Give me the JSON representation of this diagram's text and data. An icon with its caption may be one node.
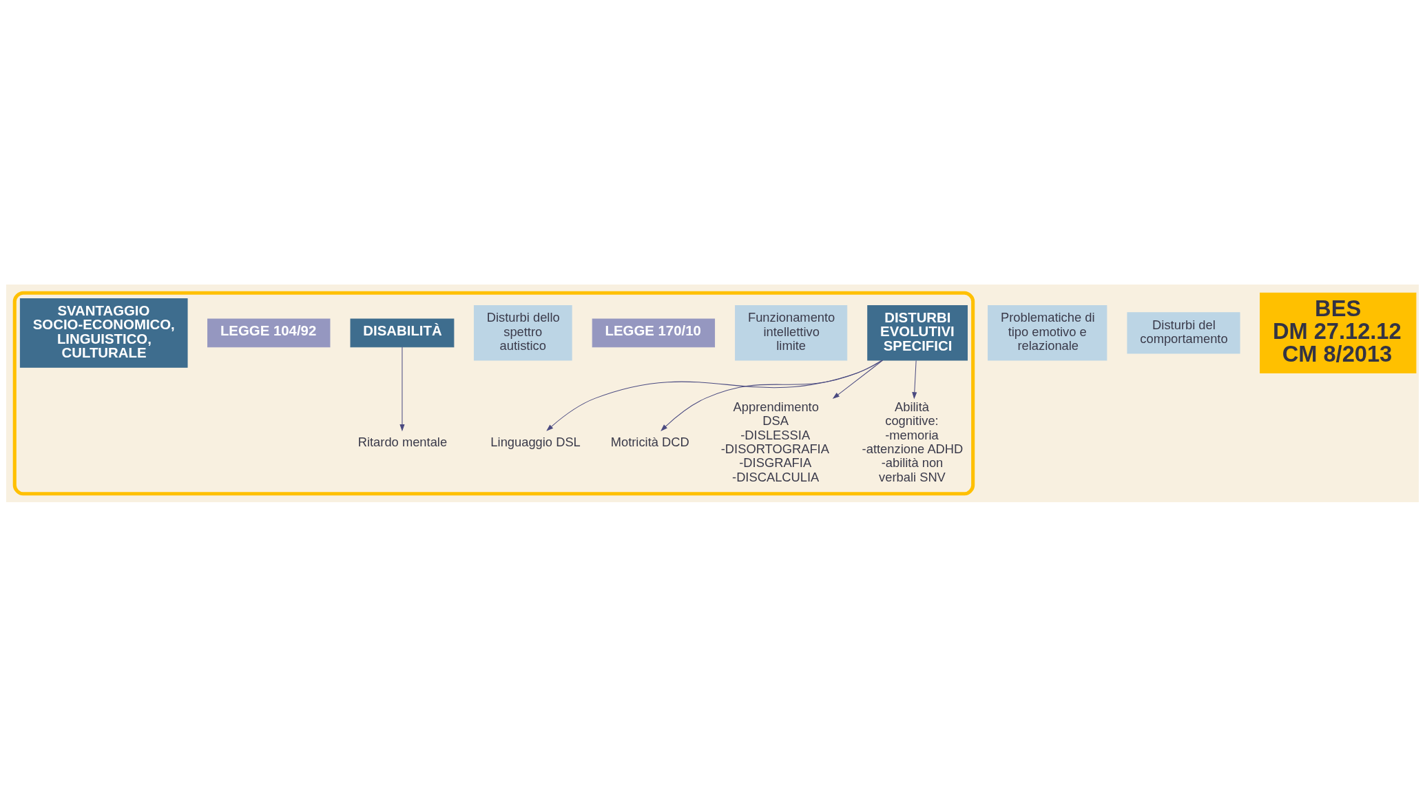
{
  "diagram": {
    "nodes": [
      {
        "text": [],
        "shape": "box"
      },
      {
        "text": [
          "DISTURBI EVOLUTIVI SPECIFICI"
        ],
        "in": 0
      },
      {
        "text": [
          "Linguaggio DSL"
        ],
        "in": 0
      },
      {
        "text": [
          "Motricità DCD"
        ],
        "in": 0
      },
      {
        "text": [
          "Apprendimento DSA",
          "-DISLESSIA",
          "-DISORTOGRAFIA",
          "-DISGRAFIA",
          "-DISCALCULIA"
        ],
        "in": 0
      },
      {
        "text": [
          "Abilità cognitive:",
          "-memoria",
          "-attenzione ADHD",
          "-abilità non verbali SNV"
        ],
        "in": 0
      },
      {
        "text": [
          "Problematiche di tipo emotivo e relazionale"
        ]
      },
      {
        "text": [
          "Disturbi del comportamento"
        ]
      },
      {
        "text": [
          "BES",
          "DM 27.12.12",
          "CM 8/2013"
        ]
      },
      {
        "text": [
          "Funzionamento intellettivo limite"
        ],
        "in": 0
      },
      {
        "text": [
          "LEGGE 170/10"
        ],
        "in": 0
      },
      {
        "text": [
          "Disturbi dello spettro autistico"
        ],
        "in": 0
      },
      {
        "text": [
          "DISABILITÀ"
        ],
        "in": 0
      },
      {
        "text": [
          "LEGGE 104/92"
        ],
        "in": 0
      },
      {
        "text": [
          "SVANTAGGIO SOCIO-ECONOMICO, LINGUISTICO, CULTURALE"
        ],
        "in": 0
      },
      {
        "text": [
          "Ritardo mentale"
        ],
        "in": 0
      }
    ],
    "edges": [
      {
        "from": 1,
        "to": 2,
        "arrow": "to"
      },
      {
        "from": 1,
        "to": 3,
        "arrow": "to"
      },
      {
        "from": 1,
        "to": 4,
        "arrow": "to"
      },
      {
        "from": 1,
        "to": 5,
        "arrow": "to"
      },
      {
        "from": 12,
        "to": 15,
        "arrow": "to"
      }
    ]
  }
}
